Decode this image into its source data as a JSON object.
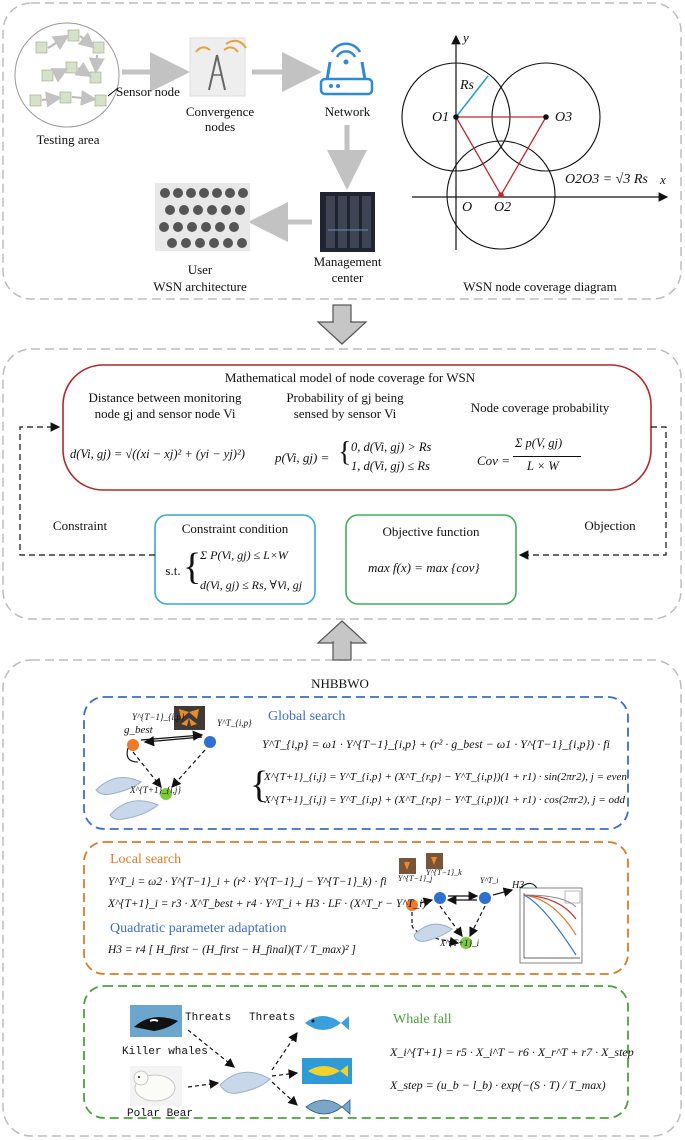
{
  "panel1": {
    "testing_area": "Testing area",
    "sensor_node": "Sensor node",
    "convergence_nodes_1": "Convergence",
    "convergence_nodes_2": "nodes",
    "network": "Network",
    "user": "User",
    "wsn_architecture": "WSN architecture",
    "management_1": "Management",
    "management_2": "center",
    "coverage_diagram": "WSN node coverage diagram",
    "axis_y": "y",
    "axis_x": "x",
    "rs": "Rs",
    "o1": "O1",
    "o2": "O2",
    "o3": "O3",
    "o": "O",
    "o2o3_formula": "O2O3 = √3 Rs"
  },
  "panel2": {
    "title": "Mathematical model of node coverage for WSN",
    "distance_label_1": "Distance between monitoring",
    "distance_label_2": "node gj and sensor node Vi",
    "distance_formula": "d(Vi, gj) = √((xi − xj)² + (yi − yj)²)",
    "probability_label_1": "Probability of gj being",
    "probability_label_2": "sensed by sensor Vi",
    "probability_formula_1": "0, d(Vi, gj) > Rs",
    "probability_formula_2": "1, d(Vi, gj) ≤ Rs",
    "probability_lhs": "p(Vi, gj) =",
    "coverage_label": "Node coverage probability",
    "coverage_formula_lhs": "Cov =",
    "coverage_numerator": "Σ p(V, gj)",
    "coverage_denominator": "L × W",
    "constraint_side": "Constraint",
    "objection_side": "Objection",
    "constraint_title": "Constraint condition",
    "constraint_st": "s.t.",
    "constraint_line_1": "Σ P(Vi, gj) ≤ L×W",
    "constraint_line_2": "d(Vi, gj) ≤ Rs, ∀Vi, gj",
    "objective_title": "Objective function",
    "objective_formula": "max f(x) = max {cov}"
  },
  "panel3": {
    "title": "NHBBWO",
    "global_search": "Global search",
    "global_eq_1": "Y^T_{i,p} = ω1 · Y^{T−1}_{i,p} + (r² · g_best − ω1 · Y^{T−1}_{i,p}) · fi",
    "global_eq_2": "X^{T+1}_{i,j} = Y^T_{i,p} + (X^T_{r,p} − Y^T_{i,p})(1 + r1) · sin(2πr2), j = even",
    "global_eq_3": "X^{T+1}_{i,j} = Y^T_{i,p} + (X^T_{r,p} − Y^T_{i,p})(1 + r1) · cos(2πr2), j = odd",
    "g_best": "g_best",
    "y_ip_prev": "Y^{T−1}_{i,p}",
    "y_ip": "Y^T_{i,p}",
    "x_ij": "X^{T+1}_{i,j}",
    "local_search": "Local search",
    "local_eq_1": "Y^T_i = ω2 · Y^{T−1}_i + (r² · Y^{T−1}_j − Y^{T−1}_k) · fi",
    "local_eq_2": "X^{T+1}_i = r3 · X^T_best + r4 · Y^T_i + H3 · LF · (X^T_r − Y^T_i)",
    "quadratic": "Quadratic parameter adaptation",
    "quadratic_eq": "H3 = r4 [ H_first − (H_first − H_final)(T / T_max)² ]",
    "yj": "Y^{T−1}_j",
    "yk": "Y^{T−1}_k",
    "yi": "Y^T_i",
    "h3": "H3",
    "xi": "X^{T+1}_i",
    "threats_1": "Threats",
    "threats_2": "Threats",
    "killer_whales": "Killer whales",
    "polar_bear": "Polar Bear",
    "whale_fall": "Whale fall",
    "whale_eq_1": "X_i^{T+1} = r5 · X_i^T − r6 · X_r^T + r7 · X_step",
    "whale_eq_2": "X_step = (u_b − l_b) · exp(−(S · T) / T_max)"
  },
  "colors": {
    "panel_border": "#bdbdbd",
    "red_box": "#b0282d",
    "blue_box": "#36a9d8",
    "green_box": "#3fae5a",
    "global_dash": "#3b6fc4",
    "local_dash": "#e07a24",
    "fall_dash": "#4ca23a",
    "arrow_fill": "#c6c6c6"
  }
}
